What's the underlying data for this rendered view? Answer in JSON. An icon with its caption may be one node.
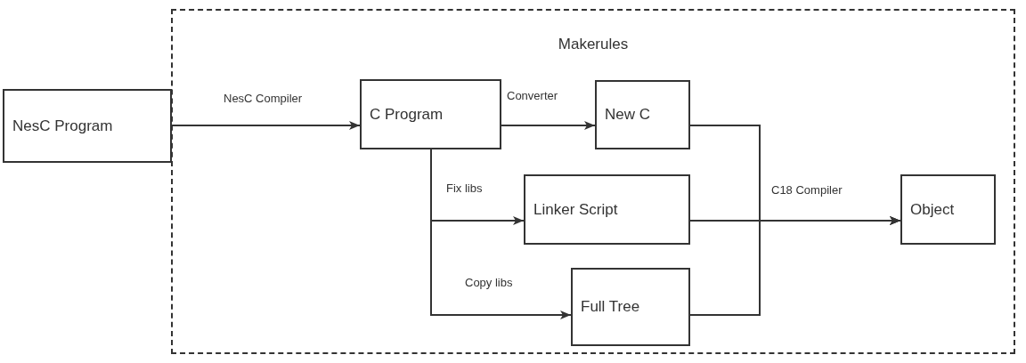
{
  "diagram": {
    "nodes": [
      {
        "text": [
          "NesC Program"
        ]
      },
      {
        "text": [
          "Makerules"
        ]
      },
      {
        "text": [
          "C Program"
        ],
        "in": 1
      },
      {
        "text": [
          "New C"
        ],
        "in": 1
      },
      {
        "text": [
          "Linker Script"
        ],
        "in": 1
      },
      {
        "text": [
          "Full Tree"
        ],
        "in": 1
      },
      {
        "text": [
          "Object"
        ],
        "in": 1
      }
    ],
    "edges": [
      {
        "from": 0,
        "to": 2,
        "arrow": "to",
        "label": "NesC Compiler"
      },
      {
        "from": 2,
        "to": 3,
        "arrow": "to",
        "label": "Converter"
      },
      {
        "from": 2,
        "to": 4,
        "arrow": "to",
        "label": "Fix libs"
      },
      {
        "from": 2,
        "to": 5,
        "arrow": "to",
        "label": "Copy libs"
      },
      {
        "from": 3,
        "to": 6,
        "arrow": "to"
      },
      {
        "from": 4,
        "to": 6,
        "arrow": "to",
        "label": "C18 Compiler"
      },
      {
        "from": 5,
        "to": 6,
        "arrow": "to"
      }
    ]
  }
}
